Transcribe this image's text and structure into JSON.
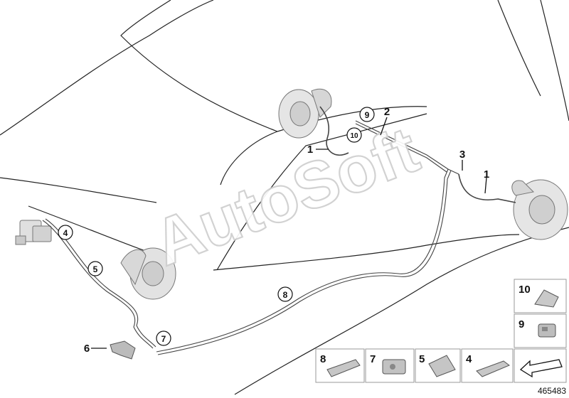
{
  "diagram": {
    "document_number": "465483",
    "watermark": "AutoSoft",
    "callouts": [
      {
        "id": "c1a",
        "label": "1",
        "circled": false
      },
      {
        "id": "c1b",
        "label": "1",
        "circled": false
      },
      {
        "id": "c2",
        "label": "2",
        "circled": false
      },
      {
        "id": "c3",
        "label": "3",
        "circled": false
      },
      {
        "id": "c4",
        "label": "4",
        "circled": true
      },
      {
        "id": "c5",
        "label": "5",
        "circled": true
      },
      {
        "id": "c6",
        "label": "6",
        "circled": false
      },
      {
        "id": "c7",
        "label": "7",
        "circled": true
      },
      {
        "id": "c8",
        "label": "8",
        "circled": true
      },
      {
        "id": "c9",
        "label": "9",
        "circled": true
      },
      {
        "id": "c10",
        "label": "10",
        "circled": true
      }
    ],
    "legend": [
      {
        "id": "leg10",
        "label": "10"
      },
      {
        "id": "leg9",
        "label": "9"
      },
      {
        "id": "leg8",
        "label": "8"
      },
      {
        "id": "leg7",
        "label": "7"
      },
      {
        "id": "leg5",
        "label": "5"
      },
      {
        "id": "leg4",
        "label": "4"
      }
    ]
  }
}
